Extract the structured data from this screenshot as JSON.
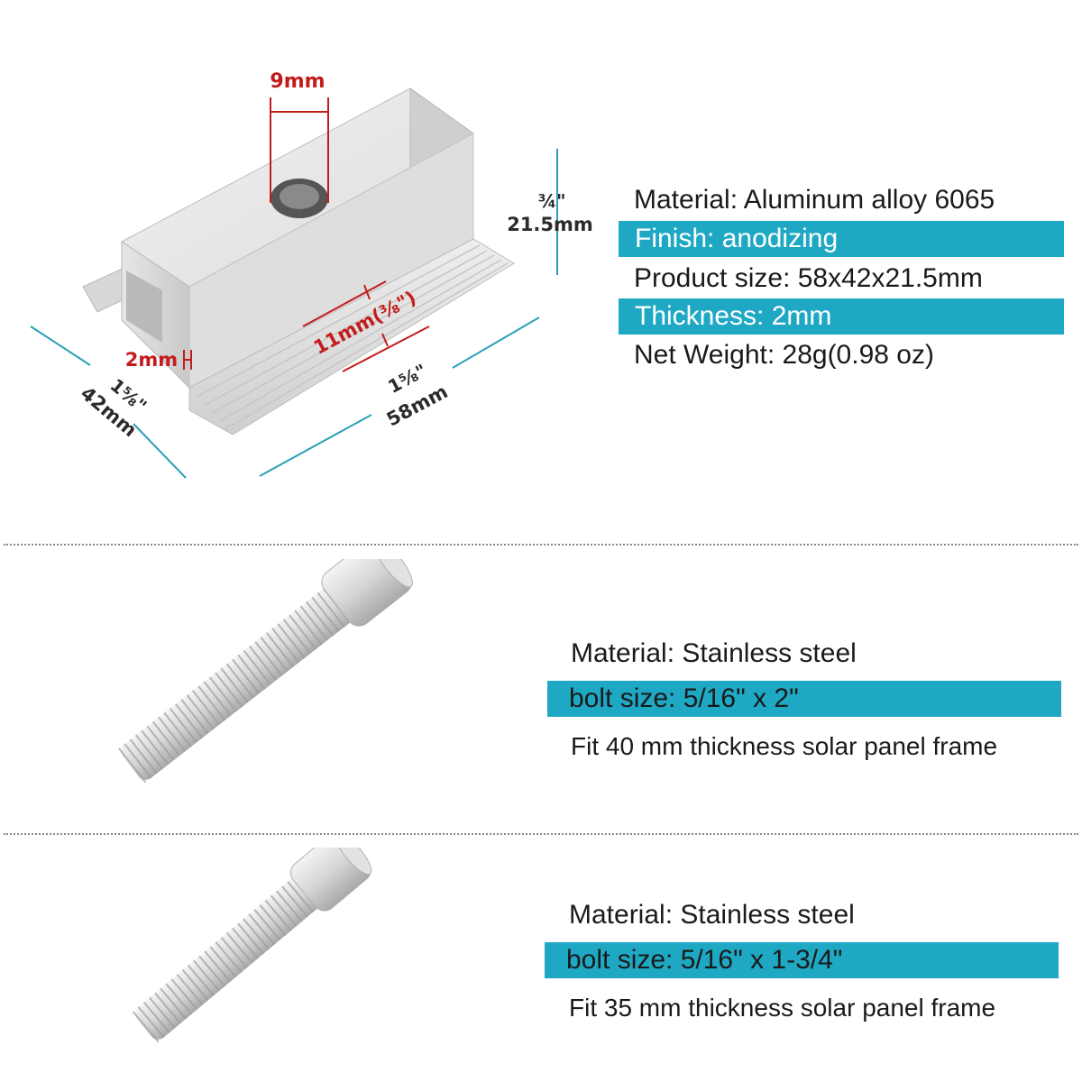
{
  "clip": {
    "dims": {
      "hole": "9mm",
      "height_in": "¾\"",
      "height_mm": "21.5mm",
      "thickness": "2mm",
      "depth_in": "1⅝\"",
      "depth_mm": "42mm",
      "length_in": "1⅝\"",
      "length_mm": "58mm",
      "slot": "11mm(⅜\")"
    },
    "specs": {
      "material": "Material: Aluminum alloy 6065",
      "finish": "Finish: anodizing",
      "size": "Product size: 58x42x21.5mm",
      "thickness": "Thickness: 2mm",
      "weight": "Net Weight: 28g(0.98 oz)"
    }
  },
  "bolt_long": {
    "material": "Material: Stainless steel",
    "size": "bolt size: 5/16\" x 2\"",
    "fit": "Fit 40 mm thickness solar panel frame"
  },
  "bolt_short": {
    "material": "Material: Stainless steel",
    "size": "bolt size: 5/16\" x 1-3/4\"",
    "fit": "Fit 35 mm thickness solar panel frame"
  },
  "colors": {
    "accent_band": "#1fa8c4",
    "dimension_red": "#c41c1c",
    "dimension_line": "#2aa0b8"
  }
}
